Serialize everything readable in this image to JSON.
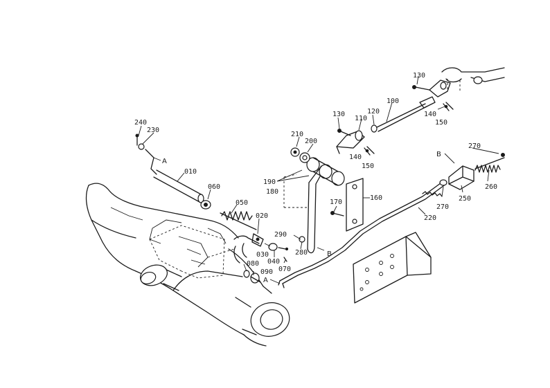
{
  "diagram": {
    "part_labels": {
      "p010": "010",
      "p020": "020",
      "p030": "030",
      "p040": "040",
      "p050": "050",
      "p060": "060",
      "p070": "070",
      "p080": "080",
      "p090": "090",
      "p100": "100",
      "p110": "110",
      "p120": "120",
      "p130a": "130",
      "p130b": "130",
      "p140a": "140",
      "p140b": "140",
      "p150a": "150",
      "p150b": "150",
      "p160": "160",
      "p170": "170",
      "p180": "180",
      "p190": "190",
      "p200": "200",
      "p210": "210",
      "p220": "220",
      "p230": "230",
      "p240": "240",
      "p250": "250",
      "p260": "260",
      "p270a": "270",
      "p270b": "270",
      "p280": "280",
      "p290": "290"
    },
    "ref_labels": {
      "a_top": "A",
      "a_bottom": "A",
      "b_top": "B",
      "b_bottom": "B"
    }
  }
}
